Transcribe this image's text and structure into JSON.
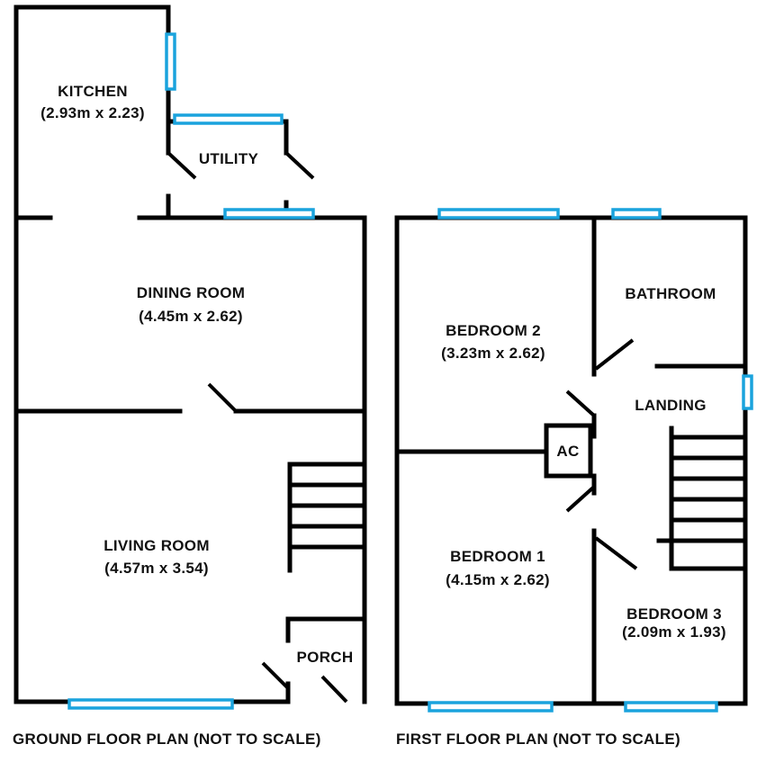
{
  "ground_floor": {
    "caption": "GROUND FLOOR PLAN (NOT TO SCALE)",
    "rooms": {
      "kitchen": {
        "name": "KITCHEN",
        "size": "(2.93m x 2.23)"
      },
      "utility": {
        "name": "UTILITY"
      },
      "dining_room": {
        "name": "DINING ROOM",
        "size": "(4.45m x 2.62)"
      },
      "living_room": {
        "name": "LIVING ROOM",
        "size": "(4.57m x 3.54)"
      },
      "porch": {
        "name": "PORCH"
      }
    }
  },
  "first_floor": {
    "caption": "FIRST FLOOR PLAN (NOT TO SCALE)",
    "rooms": {
      "bedroom_2": {
        "name": "BEDROOM 2",
        "size": "(3.23m x 2.62)"
      },
      "bathroom": {
        "name": "BATHROOM"
      },
      "landing": {
        "name": "LANDING"
      },
      "ac": {
        "name": "AC"
      },
      "bedroom_1": {
        "name": "BEDROOM 1",
        "size": "(4.15m x 2.62)"
      },
      "bedroom_3": {
        "name": "BEDROOM 3",
        "size": "(2.09m x 1.93)"
      }
    }
  },
  "colors": {
    "wall": "#000000",
    "window": "#1aa3dd",
    "background": "#ffffff"
  }
}
